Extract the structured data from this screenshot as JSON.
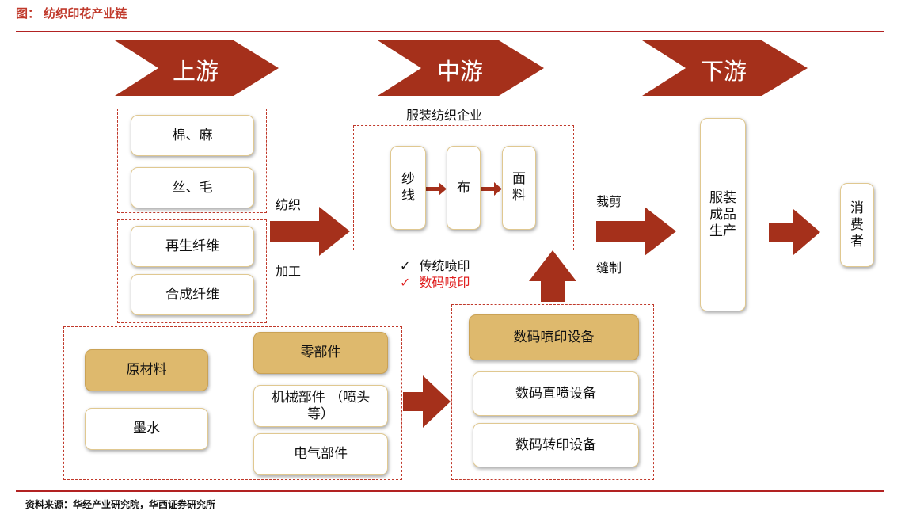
{
  "figure": {
    "title": "图： 纺织印花产业链",
    "source": "资料来源：华经产业研究院，华西证券研究所"
  },
  "stages": [
    "上游",
    "中游",
    "下游"
  ],
  "upstream": {
    "fibers": [
      "棉、麻",
      "丝、毛",
      "再生纤维",
      "合成纤维"
    ],
    "process_top": "纺织",
    "process_bottom": "加工"
  },
  "equipment_supply": {
    "raw_materials": "原材料",
    "ink": "墨水",
    "components": "零部件",
    "mechanical_parts": "机械部件 （喷头等）",
    "electrical_parts": "电气部件"
  },
  "midstream": {
    "enterprise": "服装纺织企业",
    "steps": [
      "纱线",
      "布",
      "面料"
    ],
    "printing_methods": [
      {
        "mark": "✓",
        "label": "传统喷印",
        "color": "#111111"
      },
      {
        "mark": "✓",
        "label": "数码喷印",
        "color": "#e02020"
      }
    ],
    "digital_equipment": "数码喷印设备",
    "equipment_types": [
      "数码直喷设备",
      "数码转印设备"
    ]
  },
  "downstream": {
    "process_top": "裁剪",
    "process_bottom": "缝制",
    "garment_production": "服装成品生产",
    "consumer": "消费者"
  },
  "colors": {
    "accent_red": "#a5301b",
    "dash_red": "#c0392b",
    "gold": "#deb96d",
    "title_red": "#c0392b"
  }
}
